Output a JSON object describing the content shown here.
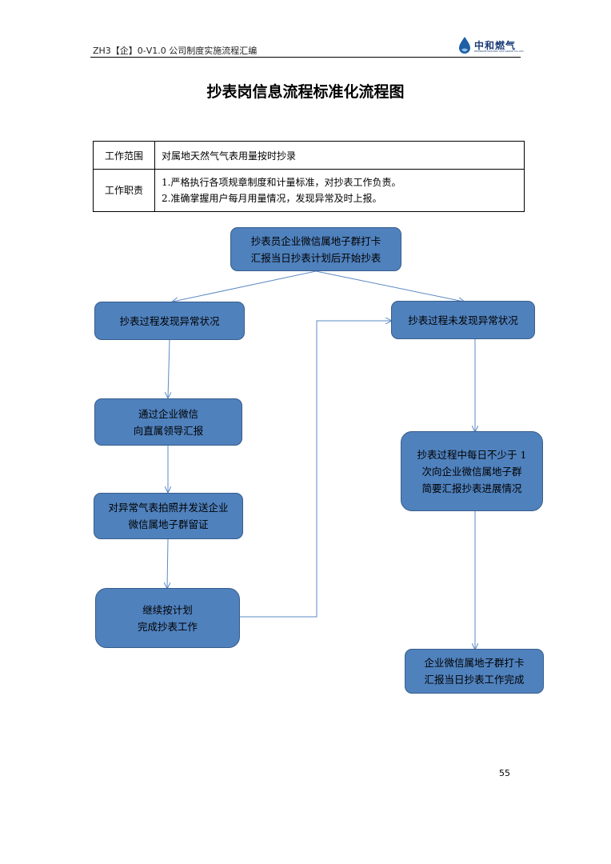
{
  "header": {
    "doc_code": "ZH3【企】0-V1.0 公司制度实施流程汇编",
    "logo_text": "中和燃气",
    "logo_subtext": "ZHONGHE NATURAL GAS GROUP CO.,LTD"
  },
  "title": "抄表岗信息流程标准化流程图",
  "info_table": {
    "rows": [
      {
        "label": "工作范围",
        "content": [
          "对属地天然气气表用量按时抄录"
        ]
      },
      {
        "label": "工作职责",
        "content": [
          "1.严格执行各项规章制度和计量标准，对抄表工作负责。",
          "2.准确掌握用户每月用量情况，发现异常及时上报。"
        ]
      }
    ]
  },
  "flow": {
    "start": [
      "抄表员企业微信属地子群打卡",
      "汇报当日抄表计划后开始抄表"
    ],
    "left_branch": [
      "抄表过程发现异常状况"
    ],
    "left_step1": [
      "通过企业微信",
      "向直属领导汇报"
    ],
    "left_step2": [
      "对异常气表拍照并发送企业",
      "微信属地子群留证"
    ],
    "left_step3": [
      "继续按计划",
      "完成抄表工作"
    ],
    "right_branch": [
      "抄表过程未发现异常状况"
    ],
    "right_step1": [
      "抄表过程中每日不少于 1",
      "次向企业微信属地子群",
      "简要汇报抄表进展情况"
    ],
    "end": [
      "企业微信属地子群打卡",
      "汇报当日抄表工作完成"
    ]
  },
  "colors": {
    "box_fill": "#4f81bd",
    "box_border": "#385d8a",
    "arrow": "#5b8ac4"
  },
  "page_number": "55"
}
